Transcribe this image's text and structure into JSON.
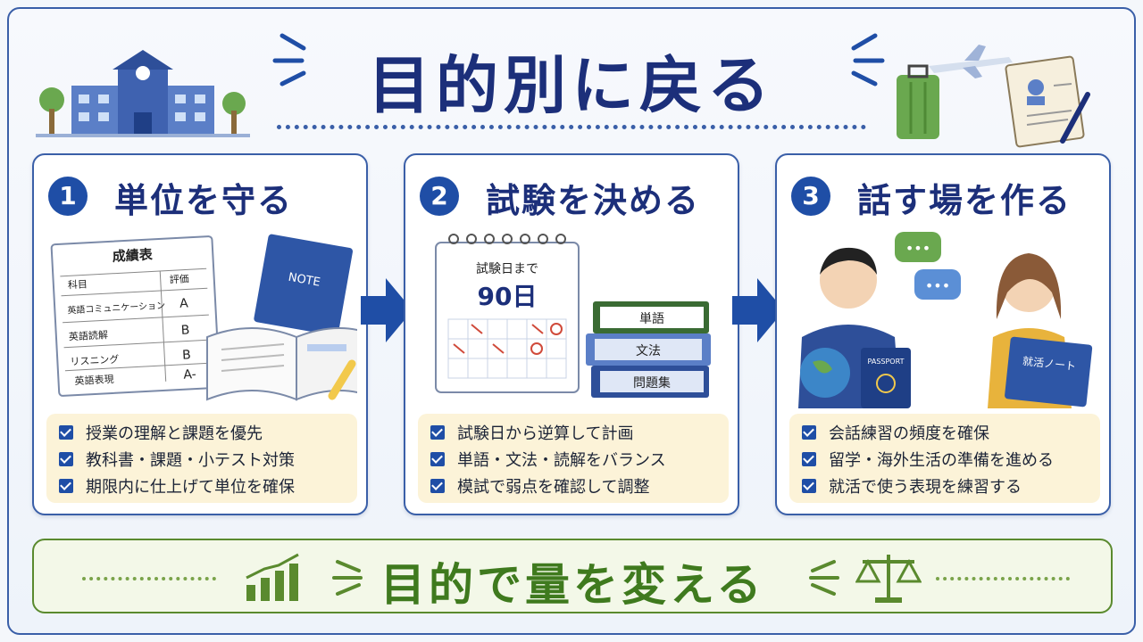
{
  "title": "目的別に戻る",
  "cards": [
    {
      "number": "1",
      "title": "単位を守る",
      "sheet_title": "成績表",
      "sheet_headers": [
        "科目",
        "評価"
      ],
      "sheet_rows": [
        {
          "subject": "英語コミュニケーション",
          "grade": "A"
        },
        {
          "subject": "英語読解",
          "grade": "B"
        },
        {
          "subject": "リスニング",
          "grade": "B"
        },
        {
          "subject": "英語表現",
          "grade": "A-"
        }
      ],
      "note_label": "NOTE",
      "items": [
        "授業の理解と課題を優先",
        "教科書・課題・小テスト対策",
        "期限内に仕上げて単位を確保"
      ]
    },
    {
      "number": "2",
      "title": "試験を決める",
      "calendar_line1": "試験日まで",
      "calendar_line2": "90日",
      "books": [
        "単語",
        "文法",
        "問題集"
      ],
      "items": [
        "試験日から逆算して計画",
        "単語・文法・読解をバランス",
        "模試で弱点を確認して調整"
      ]
    },
    {
      "number": "3",
      "title": "話す場を作る",
      "passport_label": "PASSPORT",
      "notebook_label": "就活ノート",
      "speech_text": "•••",
      "items": [
        "会話練習の頻度を確保",
        "留学・海外生活の準備を進める",
        "就活で使う表現を練習する"
      ]
    }
  ],
  "banner": "目的で量を変える",
  "colors": {
    "navy": "#1c2f7a",
    "blue": "#1f4ea6",
    "green": "#3f7a1e",
    "list_bg": "#fcf3d8"
  }
}
